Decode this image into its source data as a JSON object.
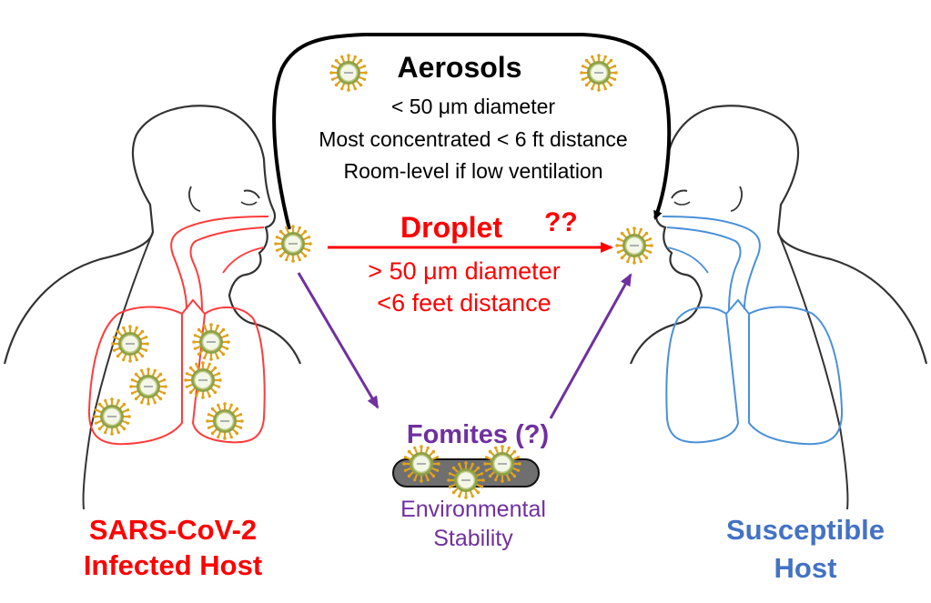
{
  "aerosols": {
    "title": "Aerosols",
    "lines": [
      "< 50 μm diameter",
      "Most concentrated < 6 ft distance",
      "Room-level if low ventilation"
    ]
  },
  "droplet": {
    "title": "Droplet",
    "question": "??",
    "lines": [
      "> 50 μm diameter",
      "<6 feet distance"
    ]
  },
  "fomites": {
    "title": "Fomites (?)",
    "lines": [
      "Environmental",
      "Stability"
    ]
  },
  "infected_host": {
    "lines": [
      "SARS-CoV-2",
      "Infected Host"
    ]
  },
  "susceptible_host": {
    "lines": [
      "Susceptible",
      "Host"
    ]
  },
  "colors": {
    "infected": "#ff0000",
    "susceptible": "#4472c4",
    "fomite": "#7030a0",
    "aerosol": "#000000",
    "virus_body": "#c9d79a",
    "virus_rim": "#8fa146",
    "virus_spike": "#e0a21a",
    "surface": "#6f6f6f"
  },
  "icons": [
    "virus-particle-icon",
    "infected-host-silhouette",
    "susceptible-host-silhouette",
    "surface-icon"
  ]
}
